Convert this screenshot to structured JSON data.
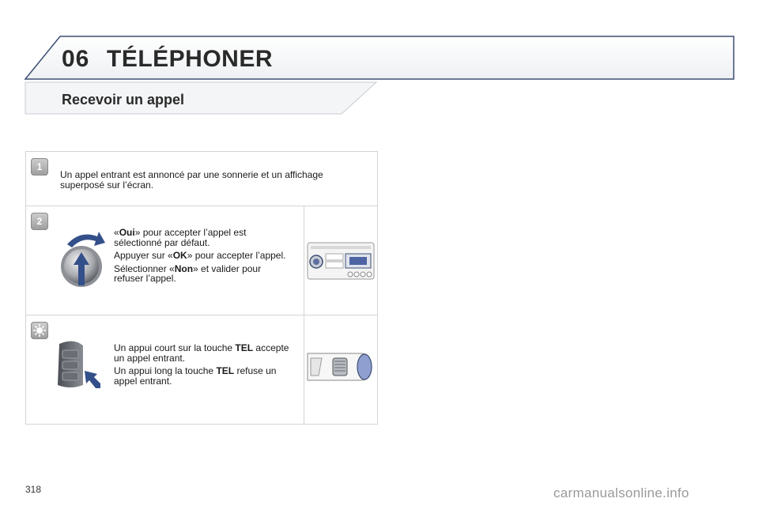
{
  "chapter": {
    "number": "06",
    "title": "TÉLÉPHONER"
  },
  "section": {
    "title": "Recevoir un appel"
  },
  "steps": [
    {
      "badge": "1",
      "text": "Un appel entrant est annoncé par une sonnerie et un affichage superposé sur l’écran."
    },
    {
      "badge": "2",
      "lines": [
        {
          "pre": "«",
          "bold": "Oui",
          "post": "» pour accepter l’appel est sélectionné par défaut."
        },
        {
          "pre": "Appuyer sur «",
          "bold": "OK",
          "post": "» pour accepter l’appel."
        },
        {
          "pre": "Sélectionner «",
          "bold": "Non",
          "post": "» et valider pour refuser l’appel."
        }
      ]
    },
    {
      "badge": "tip-icon",
      "lines": [
        {
          "pre": "Un appui court sur la touche ",
          "bold": "TEL",
          "post": " accepte un appel entrant."
        },
        {
          "pre": "Un appui long la touche ",
          "bold": "TEL",
          "post": " refuse un appel entrant."
        }
      ]
    }
  ],
  "page_number": "318",
  "watermark": "carmanualsonline.info"
}
